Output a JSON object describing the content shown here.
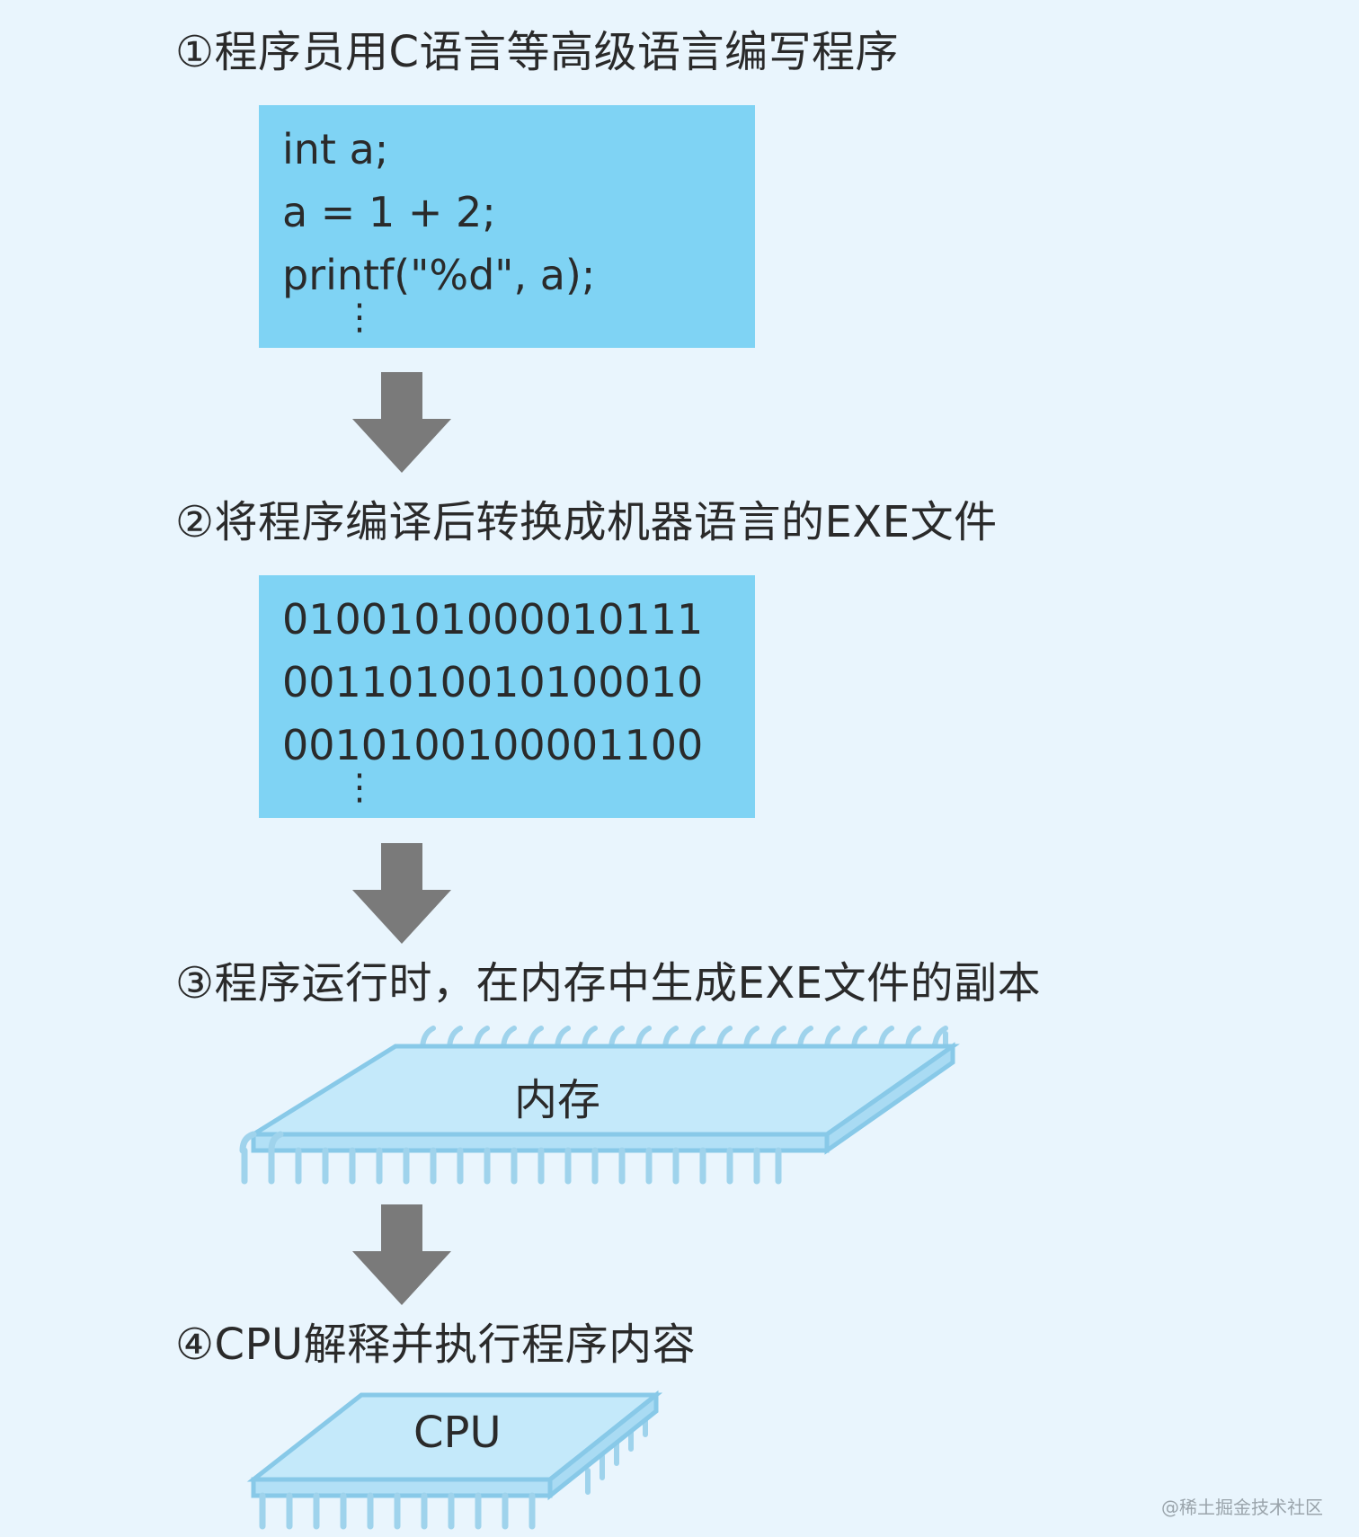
{
  "steps": [
    {
      "title": "①程序员用C语言等高级语言编写程序"
    },
    {
      "title": "②将程序编译后转换成机器语言的EXE文件"
    },
    {
      "title": "③程序运行时，在内存中生成EXE文件的副本"
    },
    {
      "title": "④CPU解释并执行程序内容"
    }
  ],
  "source_code": {
    "lines": [
      "int a;",
      "a = 1 + 2;",
      "printf(\"%d\", a);"
    ],
    "ellipsis": "⋮"
  },
  "machine_code": {
    "lines": [
      "0100101000010111",
      "0011010010100010",
      "0010100100001100"
    ],
    "ellipsis": "⋮"
  },
  "memory_label": "内存",
  "cpu_label": "CPU",
  "watermark": "@稀土掘金技术社区",
  "colors": {
    "background": "#e9f5fd",
    "code_box": "#7fd3f4",
    "arrow": "#7a7a7a",
    "chip_fill": "#c4e9fa",
    "chip_stroke": "#88c9e8"
  }
}
